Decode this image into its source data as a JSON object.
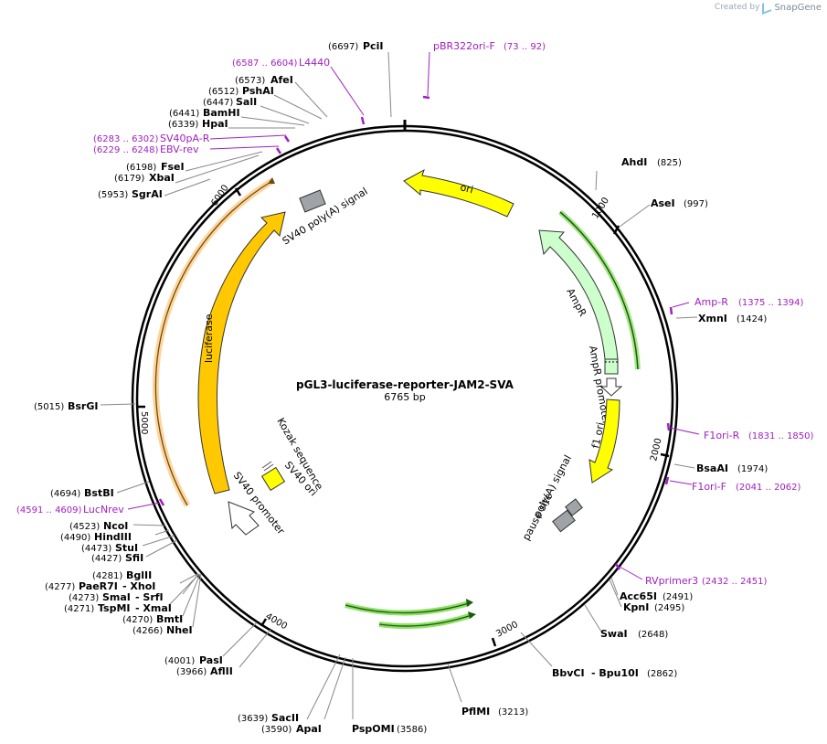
{
  "brand": {
    "created_by": "Created by",
    "app": "SnapGene"
  },
  "plasmid": {
    "name": "pGL3-luciferase-reporter-JAM2-SVA",
    "size_label": "6765 bp",
    "length": 6765
  },
  "ticks": [
    "1000",
    "2000",
    "3000",
    "4000",
    "5000",
    "6000"
  ],
  "colors": {
    "ori": "#ffff00",
    "ampr": "#ccffcc",
    "f1ori": "#ffff00",
    "luciferase": "#ffc800",
    "polya": "#a0a4a8",
    "primer": "#a020c0",
    "highlight_green": "#66cc33",
    "highlight_orange": "#ffcc88"
  },
  "sites": [
    {
      "name": "PciI",
      "pos": "(6697)"
    },
    {
      "name": "AfeI",
      "pos": "(6573)"
    },
    {
      "name": "PshAI",
      "pos": "(6512)"
    },
    {
      "name": "SalI",
      "pos": "(6447)"
    },
    {
      "name": "BamHI",
      "pos": "(6441)"
    },
    {
      "name": "HpaI",
      "pos": "(6339)"
    },
    {
      "name": "FseI",
      "pos": "(6198)"
    },
    {
      "name": "XbaI",
      "pos": "(6179)"
    },
    {
      "name": "SgrAI",
      "pos": "(5953)"
    },
    {
      "name": "AhdI",
      "pos": "(825)"
    },
    {
      "name": "AseI",
      "pos": "(997)"
    },
    {
      "name": "XmnI",
      "pos": "(1424)"
    },
    {
      "name": "BsaAI",
      "pos": "(1974)"
    },
    {
      "name": "Acc65I",
      "pos": "(2491)"
    },
    {
      "name": "KpnI",
      "pos": "(2495)"
    },
    {
      "name": "SwaI",
      "pos": "(2648)"
    },
    {
      "name": "BbvCI",
      "pos": ""
    },
    {
      "name": "- Bpu10I",
      "pos": "(2862)"
    },
    {
      "name": "PflMI",
      "pos": "(3213)"
    },
    {
      "name": "PspOMI",
      "pos": "(3586)"
    },
    {
      "name": "ApaI",
      "pos": "(3590)"
    },
    {
      "name": "SacII",
      "pos": "(3639)"
    },
    {
      "name": "AflII",
      "pos": "(3966)"
    },
    {
      "name": "PasI",
      "pos": "(4001)"
    },
    {
      "name": "NheI",
      "pos": "(4266)"
    },
    {
      "name": "BmtI",
      "pos": "(4270)"
    },
    {
      "name": "TspMI",
      "pos": "(4271)"
    },
    {
      "name": "- XmaI",
      "pos": ""
    },
    {
      "name": "SmaI",
      "pos": "(4273)"
    },
    {
      "name": "- SrfI",
      "pos": ""
    },
    {
      "name": "PaeR7I",
      "pos": "(4277)"
    },
    {
      "name": "- XhoI",
      "pos": ""
    },
    {
      "name": "BglII",
      "pos": "(4281)"
    },
    {
      "name": "SfiI",
      "pos": "(4427)"
    },
    {
      "name": "StuI",
      "pos": "(4473)"
    },
    {
      "name": "HindIII",
      "pos": "(4490)"
    },
    {
      "name": "NcoI",
      "pos": "(4523)"
    },
    {
      "name": "BstBI",
      "pos": "(4694)"
    },
    {
      "name": "BsrGI",
      "pos": "(5015)"
    }
  ],
  "primers": [
    {
      "name": "pBR322ori-F",
      "pos": "(73 .. 92)"
    },
    {
      "name": "L4440",
      "pos": "(6587 .. 6604)"
    },
    {
      "name": "SV40pA-R",
      "pos": "(6283 .. 6302)"
    },
    {
      "name": "EBV-rev",
      "pos": "(6229 .. 6248)"
    },
    {
      "name": "Amp-R",
      "pos": "(1375 .. 1394)"
    },
    {
      "name": "F1ori-R",
      "pos": "(1831 .. 1850)"
    },
    {
      "name": "F1ori-F",
      "pos": "(2041 .. 2062)"
    },
    {
      "name": "RVprimer3",
      "pos": "(2432 .. 2451)"
    },
    {
      "name": "LucNrev",
      "pos": "(4591 .. 4609)"
    }
  ],
  "features": {
    "ori": "ori",
    "ampr": "AmpR",
    "ampr_promoter": "AmpR promoter",
    "f1_ori": "f1 ori",
    "polya_signal": "poly(A) signal",
    "pause_site": "pause site",
    "sv40_polya": "SV40 poly(A) signal",
    "luciferase": "luciferase",
    "sv40_promoter": "SV40 promoter",
    "sv40_ori": "SV40 ori",
    "kozak": "Kozak sequence"
  }
}
